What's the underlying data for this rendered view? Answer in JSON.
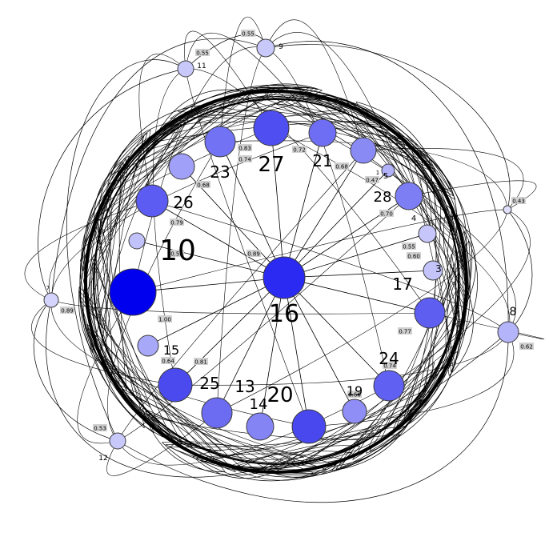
{
  "colors": {
    "background": "#ffffff",
    "edge": "#000000",
    "weight_box": "#d0d0d0"
  },
  "nodes": [
    {
      "id": "16",
      "label": "16",
      "fill": "#2a2af2"
    },
    {
      "id": "10",
      "label": "10",
      "fill": "#c2c2fb"
    },
    {
      "id": "big",
      "label": "",
      "fill": "#0000ee"
    },
    {
      "id": "27",
      "label": "27",
      "fill": "#4e4ef1"
    },
    {
      "id": "21",
      "label": "21",
      "fill": "#6e6ef4"
    },
    {
      "id": "23",
      "label": "23",
      "fill": "#7272f4"
    },
    {
      "id": "26",
      "label": "26",
      "fill": "#5c5cf2"
    },
    {
      "id": "25",
      "label": "25",
      "fill": "#4a4aee"
    },
    {
      "id": "13",
      "label": "13",
      "fill": "#6c6cf3"
    },
    {
      "id": "14",
      "label": "14",
      "fill": "#8484f5"
    },
    {
      "id": "20",
      "label": "20",
      "fill": "#4848ee"
    },
    {
      "id": "19",
      "label": "19",
      "fill": "#8e8ef6"
    },
    {
      "id": "24",
      "label": "24",
      "fill": "#6060f2"
    },
    {
      "id": "17",
      "label": "17",
      "fill": "#5e5ef1"
    },
    {
      "id": "28",
      "label": "28",
      "fill": "#7e7ef4"
    },
    {
      "id": "15",
      "label": "15",
      "fill": "#a8a8f8"
    },
    {
      "id": "3",
      "label": "3",
      "fill": "#c4c4fb"
    },
    {
      "id": "4",
      "label": "4",
      "fill": "#c6c6fb"
    },
    {
      "id": "5",
      "label": "5",
      "fill": "#b2b2f9"
    },
    {
      "id": "top-ring-a",
      "label": "",
      "fill": "#8a8af5"
    },
    {
      "id": "left-ring-a",
      "label": "",
      "fill": "#a0a0f8"
    },
    {
      "id": "1",
      "label": "1",
      "fill": "#e6e6fd"
    },
    {
      "id": "11",
      "label": "11",
      "fill": "#c8c8fb"
    },
    {
      "id": "9",
      "label": "9",
      "fill": "#c8c8fb"
    },
    {
      "id": "7",
      "label": "7",
      "fill": "#d4d4fc"
    },
    {
      "id": "12",
      "label": "12",
      "fill": "#c8c8fb"
    },
    {
      "id": "8",
      "label": "8",
      "fill": "#b4b4fa"
    },
    {
      "id": "6",
      "label": "",
      "fill": "#e0e0fd"
    }
  ],
  "edge_weights": [
    "0.55",
    "0.55",
    "0.83",
    "0.74",
    "0.72",
    "0.68",
    "0.68",
    "0.47",
    "0.43",
    "0.79",
    "0.89",
    "0.55",
    "0.70",
    "0.55",
    "0.60",
    "0.89",
    "1.00",
    "0.81",
    "0.64",
    "0.77",
    "0.74",
    "0.66",
    "0.62",
    "0.53"
  ]
}
